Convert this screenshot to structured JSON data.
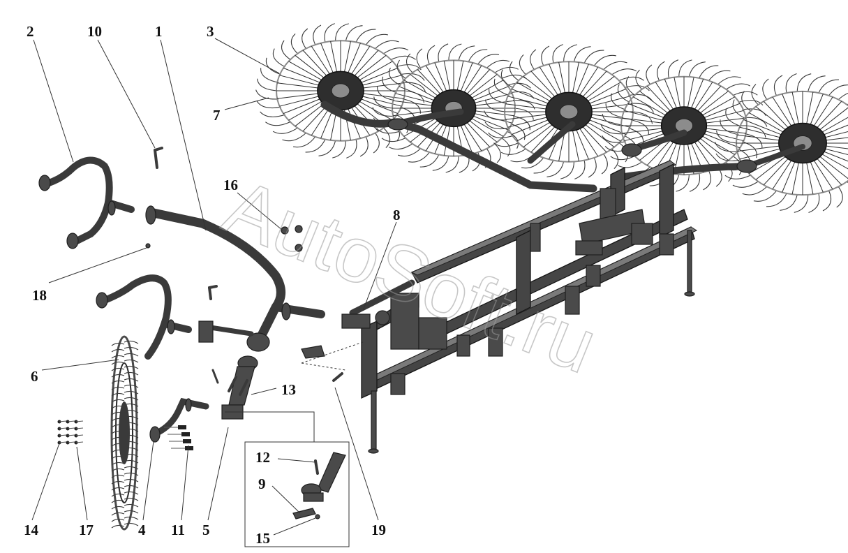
{
  "diagram": {
    "watermark": "AutoSoft.ru",
    "callouts": [
      {
        "id": "c2",
        "label": "2"
      },
      {
        "id": "c10",
        "label": "10"
      },
      {
        "id": "c1",
        "label": "1"
      },
      {
        "id": "c3",
        "label": "3"
      },
      {
        "id": "c7",
        "label": "7"
      },
      {
        "id": "c16",
        "label": "16"
      },
      {
        "id": "c8",
        "label": "8"
      },
      {
        "id": "c18",
        "label": "18"
      },
      {
        "id": "c6",
        "label": "6"
      },
      {
        "id": "c13",
        "label": "13"
      },
      {
        "id": "c12",
        "label": "12"
      },
      {
        "id": "c9",
        "label": "9"
      },
      {
        "id": "c15",
        "label": "15"
      },
      {
        "id": "c14",
        "label": "14"
      },
      {
        "id": "c17",
        "label": "17"
      },
      {
        "id": "c4",
        "label": "4"
      },
      {
        "id": "c11",
        "label": "11"
      },
      {
        "id": "c5",
        "label": "5"
      },
      {
        "id": "c19",
        "label": "19"
      }
    ]
  }
}
